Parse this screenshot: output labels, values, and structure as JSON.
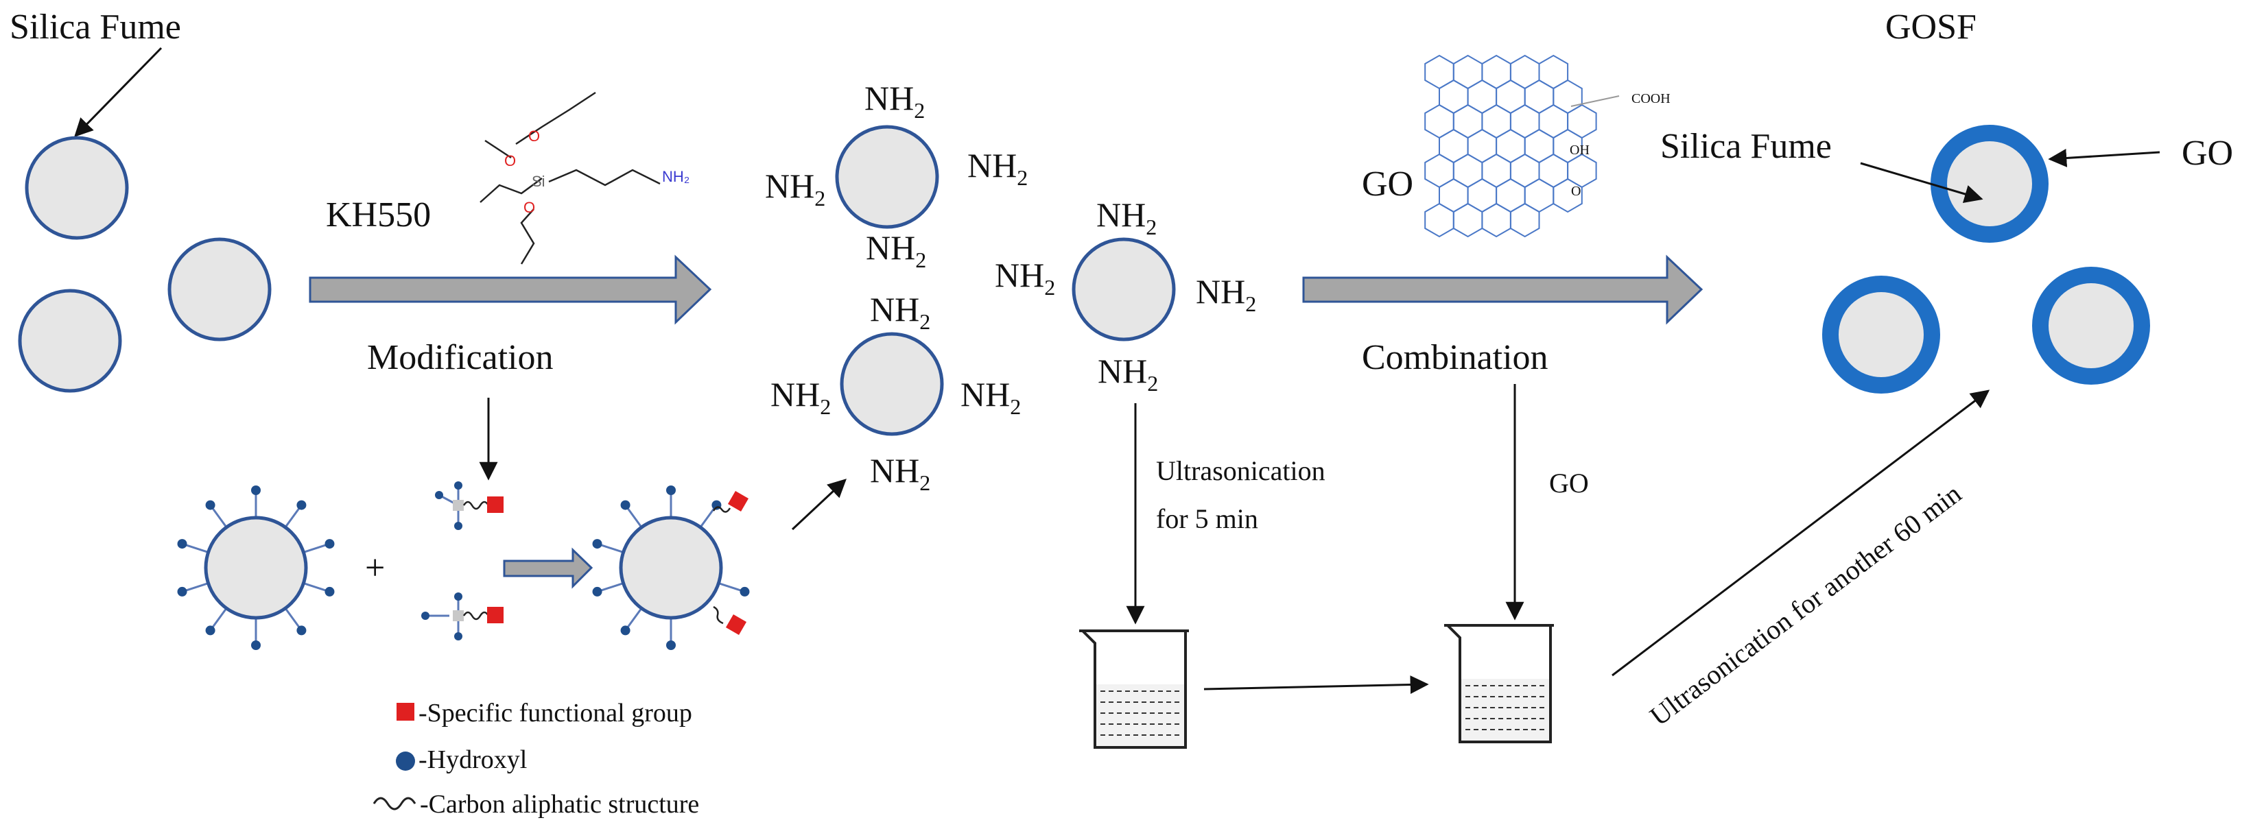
{
  "labels": {
    "silica_fume_top_left": "Silica Fume",
    "gosf_title": "GOSF",
    "kh550": "KH550",
    "modification": "Modification",
    "combination": "Combination",
    "go_sheet": "GO",
    "silica_fume_right": "Silica Fume",
    "go_right": "GO",
    "go_drop": "GO",
    "ultrasonication_5_line1": "Ultrasonication",
    "ultrasonication_5_line2": "for 5 min",
    "ultrasonication_60": "Ultrasonication for another 60 min",
    "plus": "+"
  },
  "nh2": {
    "base": "NH",
    "sub": "2"
  },
  "molecule": {
    "o": "O",
    "si": "Si",
    "nh2": "NH₂"
  },
  "go_groups": {
    "cooh": "COOH",
    "oh": "OH",
    "o": "O"
  },
  "legend": [
    {
      "marker": "red-square",
      "text": "-Specific functional group"
    },
    {
      "marker": "blue-dot",
      "text": "-Hydroxyl"
    },
    {
      "marker": "wave",
      "text": "-Carbon aliphatic structure"
    }
  ],
  "colors": {
    "particle_fill": "#e6e6e6",
    "particle_stroke": "#2f5597",
    "go_shell": "#1f6fc5",
    "arrow_fill": "#a6a6a6",
    "arrow_stroke": "#2f5597",
    "functional_group": "#e02020",
    "hydroxyl": "#1f4e8c"
  }
}
